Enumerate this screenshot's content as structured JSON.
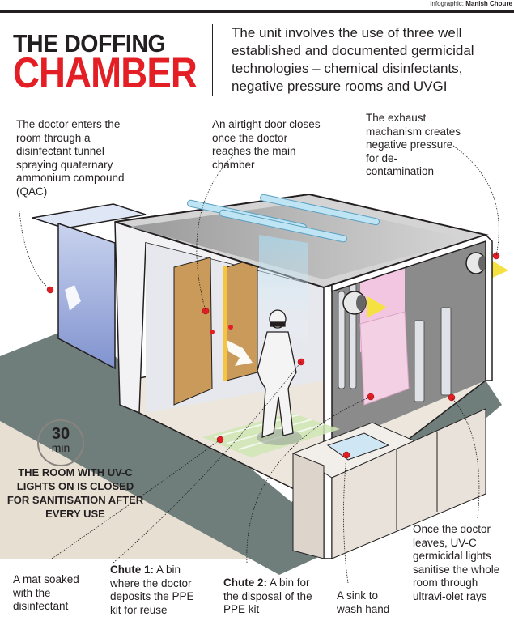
{
  "credit": {
    "prefix": "Infographic:",
    "author": "Manish Choure"
  },
  "title": {
    "line1": "THE DOFFING",
    "line2": "CHAMBER"
  },
  "intro": "The unit involves the use of three well established and documented germicidal technologies – chemical disinfectants, negative pressure rooms and UVGI",
  "labels": {
    "tunnel": "The doctor enters the room through a disinfectant tunnel spraying quaternary ammonium compound (QAC)",
    "door": "An airtight door closes once the doctor reaches the main chamber",
    "exhaust": "The exhaust machanism creates negative pressure for de-contamination",
    "mat": "A mat soaked with the disinfectant",
    "chute1_title": "Chute 1:",
    "chute1_text": "A bin where the doctor deposits the PPE kit for reuse",
    "chute2_title": "Chute 2:",
    "chute2_text": "A bin for the disposal of the PPE kit",
    "sink": "A sink to wash hand",
    "uvc": "Once the doctor leaves, UV-C germicidal lights sanitise the whole room through ultravi-olet rays"
  },
  "timer": {
    "value": "30",
    "unit": "min"
  },
  "uv_note": "THE ROOM WITH UV-C LIGHTS ON IS CLOSED FOR SANITISATION AFTER EVERY USE",
  "colors": {
    "accent_red": "#e31e24",
    "text": "#231f20",
    "floor_shadow": "#6f7e7a",
    "panel_beige": "#e7dfd2",
    "tunnel_blue": "#8fa3d6",
    "door_tan": "#c99a5a",
    "uv_blue": "#bfe4f4",
    "pink_panel": "#f2c6e0",
    "exhaust_yellow": "#f5e142"
  }
}
